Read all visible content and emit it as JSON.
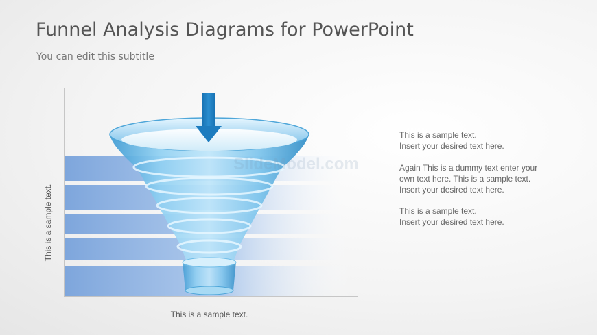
{
  "slide": {
    "title": "Funnel Analysis Diagrams for PowerPoint",
    "subtitle": "You can edit this subtitle"
  },
  "diagram": {
    "y_axis_label": "This is a sample text.",
    "x_axis_label": "This is a sample text.",
    "bands": 5,
    "funnel_rings": 5,
    "watermark": "SlideModel.com",
    "colors": {
      "band": "#7fa7dc",
      "funnel_light": "#bfe3f7",
      "funnel_mid": "#6fbde8",
      "funnel_dark": "#2f8fc8",
      "arrow": "#1f7fc0",
      "axis": "#9a9a9a"
    }
  },
  "text_blocks": [
    {
      "line1": "This is a sample text.",
      "line2": "Insert your desired text here."
    },
    {
      "line1": "Again  This is a dummy text enter your",
      "line2": "own text here.  This is a sample text.",
      "line3": "Insert your desired text here."
    },
    {
      "line1": "This is a sample text.",
      "line2": "Insert your desired text here."
    }
  ]
}
